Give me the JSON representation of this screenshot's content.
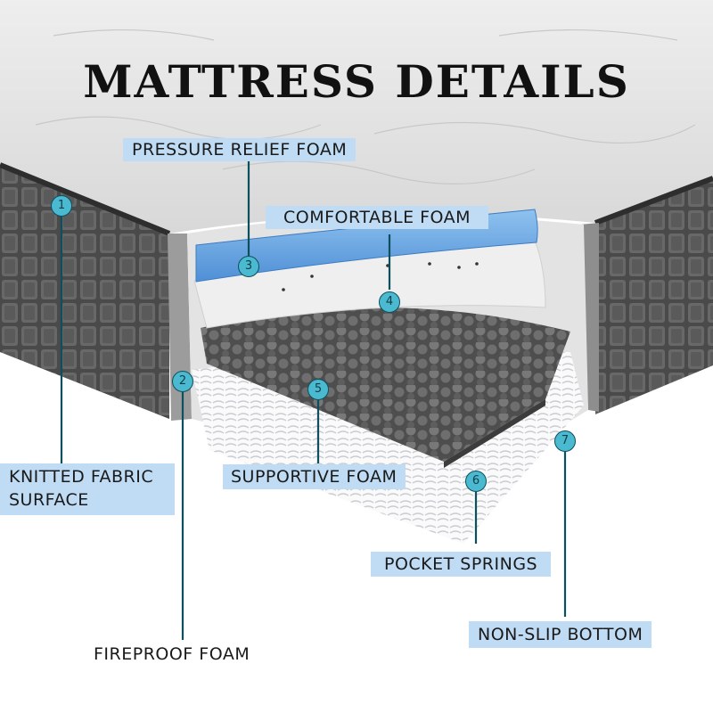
{
  "title": "MATTRESS DETAILS",
  "colors": {
    "label_background": "#bfdcf4",
    "marker_fill": "#4bb9cf",
    "leader_line": "#0d4f5c"
  },
  "markers": [
    "1",
    "2",
    "3",
    "4",
    "5",
    "6",
    "7"
  ],
  "labels": {
    "pressure_relief_foam": "PRESSURE RELIEF FOAM",
    "comfortable_foam": "COMFORTABLE FOAM",
    "knitted_fabric_surface_line1": "KNITTED FABRIC",
    "knitted_fabric_surface_line2": "SURFACE",
    "supportive_foam": "SUPPORTIVE FOAM",
    "pocket_springs": "POCKET SPRINGS",
    "fireproof_foam": "FIREPROOF FOAM",
    "non_slip_bottom": "NON-SLIP BOTTOM"
  }
}
